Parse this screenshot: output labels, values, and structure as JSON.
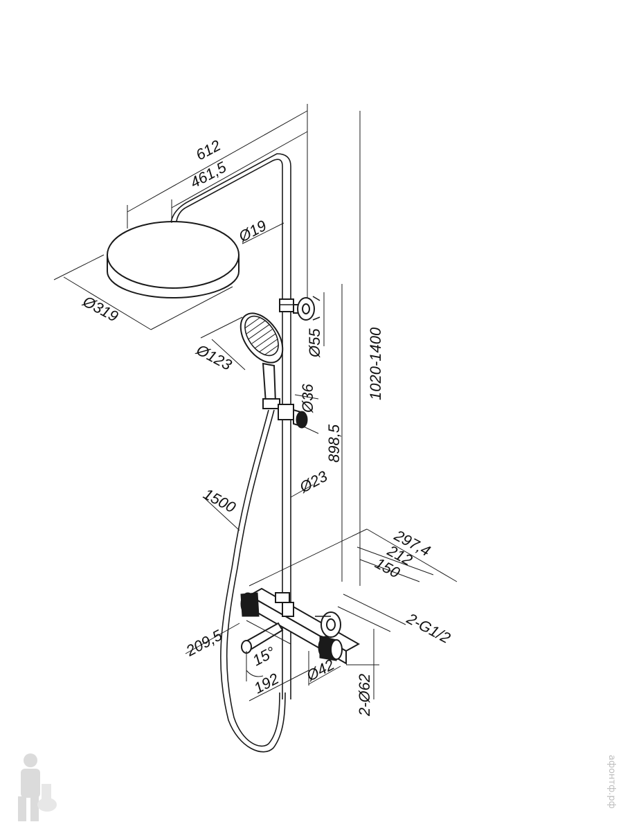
{
  "dimensions": {
    "arm_total": "612",
    "arm_length": "461,5",
    "pipe_upper": "Ø19",
    "head_diameter": "Ø319",
    "hand_shower": "Ø123",
    "holder_top": "Ø55",
    "slider": "Ø36",
    "height_range": "1020-1400",
    "rail_height": "898,5",
    "pipe_lower": "Ø23",
    "hose_length": "1500",
    "mixer_total": "297,4",
    "mixer_212": "212",
    "mixer_150": "150",
    "connection": "2-G1/2",
    "spout_length": "209,5",
    "angle": "15°",
    "spout_192": "192",
    "knob": "Ø42",
    "escutcheon": "2-Ø62"
  },
  "watermark": "афонтф.рф",
  "colors": {
    "line": "#1a1a1a",
    "background": "#ffffff",
    "watermark": "#bdbdbd"
  }
}
